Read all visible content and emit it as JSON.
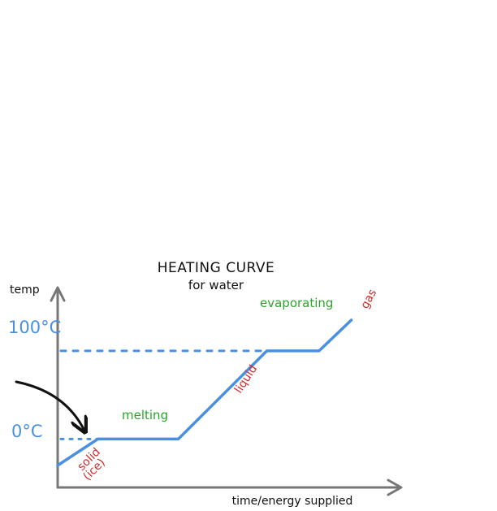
{
  "chart_data": {
    "type": "line",
    "title": "HEATING CURVE",
    "subtitle": "for water",
    "xlabel": "time/energy supplied",
    "ylabel": "temp",
    "y_ticks": [
      {
        "value": 0,
        "label": "0°C"
      },
      {
        "value": 100,
        "label": "100°C"
      }
    ],
    "series": [
      {
        "x": [
          0,
          1,
          3,
          5.2,
          6.5,
          7.3
        ],
        "y": [
          -30,
          0,
          0,
          100,
          100,
          135
        ]
      }
    ],
    "xlim": [
      0,
      8.5
    ],
    "ylim": [
      -55,
      170
    ],
    "grid": false,
    "annotations": [
      {
        "text": "solid",
        "color": "#d62828"
      },
      {
        "text": "(ice)",
        "color": "#d62828"
      },
      {
        "text": "melting",
        "color": "#2aa52a"
      },
      {
        "text": "liquid",
        "color": "#d62828"
      },
      {
        "text": "evaporating",
        "color": "#2aa52a"
      },
      {
        "text": "gas",
        "color": "#d62828"
      }
    ],
    "colors": {
      "curve": "#4a90e2",
      "axes": "#777777",
      "arrow": "#111111"
    }
  }
}
